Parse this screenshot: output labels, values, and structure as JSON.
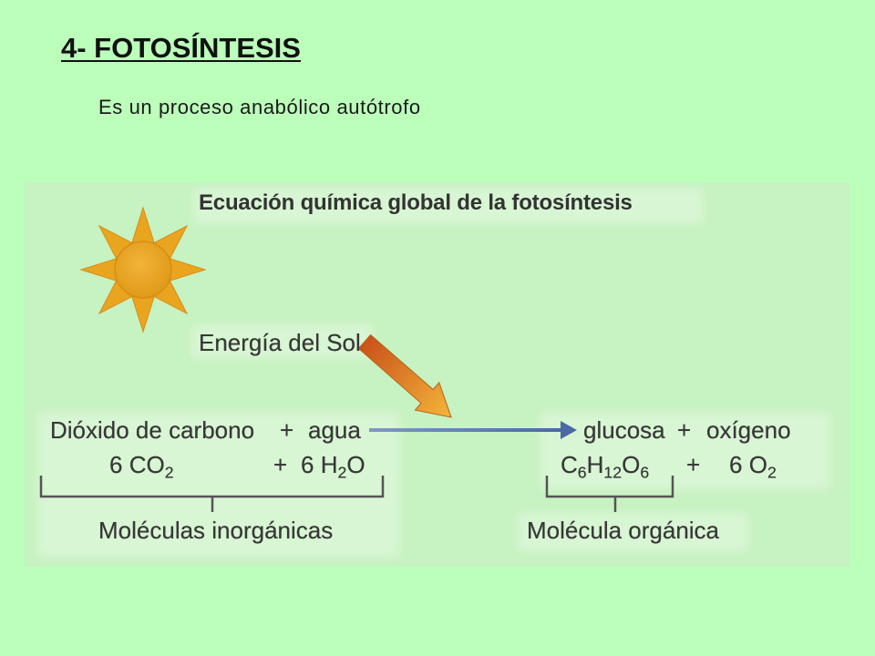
{
  "slide": {
    "title": "4- FOTOSÍNTESIS",
    "subtitle": "Es un proceso anabólico autótrofo"
  },
  "diagram": {
    "heading": "Ecuación química global de la fotosíntesis",
    "energy_label": "Energía del Sol",
    "plus": "+",
    "reactants": {
      "carbon_dioxide": "Dióxido de carbono",
      "water": "agua"
    },
    "products": {
      "glucose": "glucosa",
      "oxygen": "oxígeno"
    },
    "formulas": {
      "carbon_dioxide": {
        "coef": "6",
        "base": "CO",
        "sub": "2"
      },
      "water": {
        "coef": "6",
        "h": "H",
        "h_sub": "2",
        "o": "O"
      },
      "glucose": {
        "c": "C",
        "c_sub": "6",
        "h": "H",
        "h_sub": "12",
        "o": "O",
        "o_sub": "6"
      },
      "oxygen": {
        "coef": "6",
        "base": "O",
        "sub": "2"
      }
    },
    "inorganic_label": "Moléculas inorgánicas",
    "organic_label": "Molécula orgánica"
  },
  "icons": {
    "sun": "sun-icon",
    "sunlight_arrow": "arrow-down-right-icon",
    "reaction_arrow": "arrow-right-icon"
  },
  "colors": {
    "page_background": "#bbffbb",
    "diagram_background": "#c7f2c1",
    "sun": "#eaa520",
    "sunlight_arrow_start": "#c9521a",
    "sunlight_arrow_end": "#f4b63a",
    "reaction_arrow": "#4a69a5",
    "diagram_text": "#383838"
  }
}
